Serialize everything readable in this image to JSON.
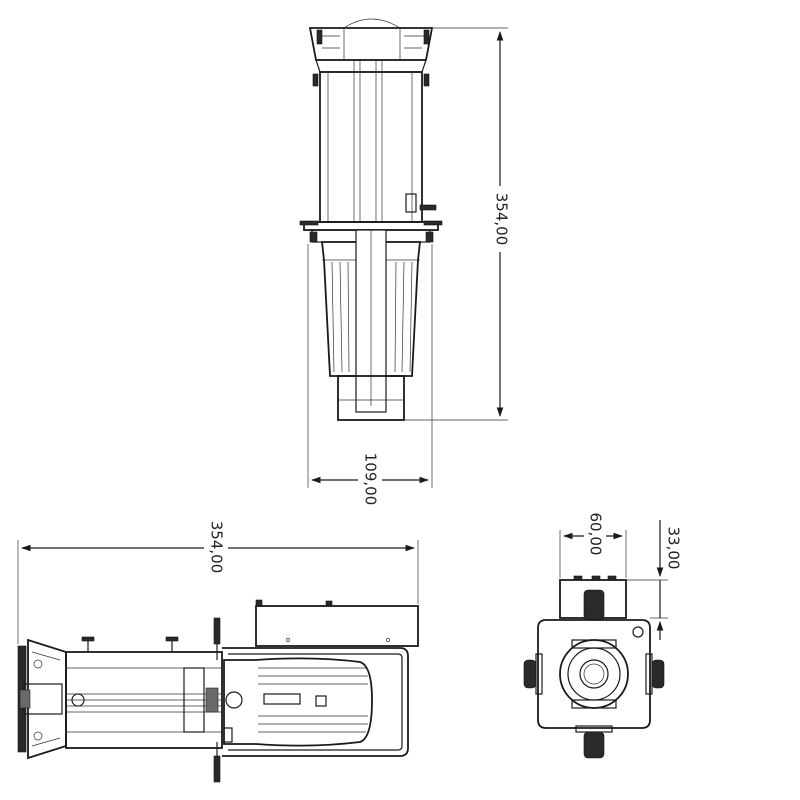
{
  "dimensions": {
    "front_height": "354,00",
    "front_width": "109,00",
    "side_length": "354,00",
    "end_top_width": "60,00",
    "end_offset": "33,00"
  },
  "colors": {
    "line": "#1a1a1a",
    "handle": "#2a2a2a",
    "background": "#ffffff"
  }
}
